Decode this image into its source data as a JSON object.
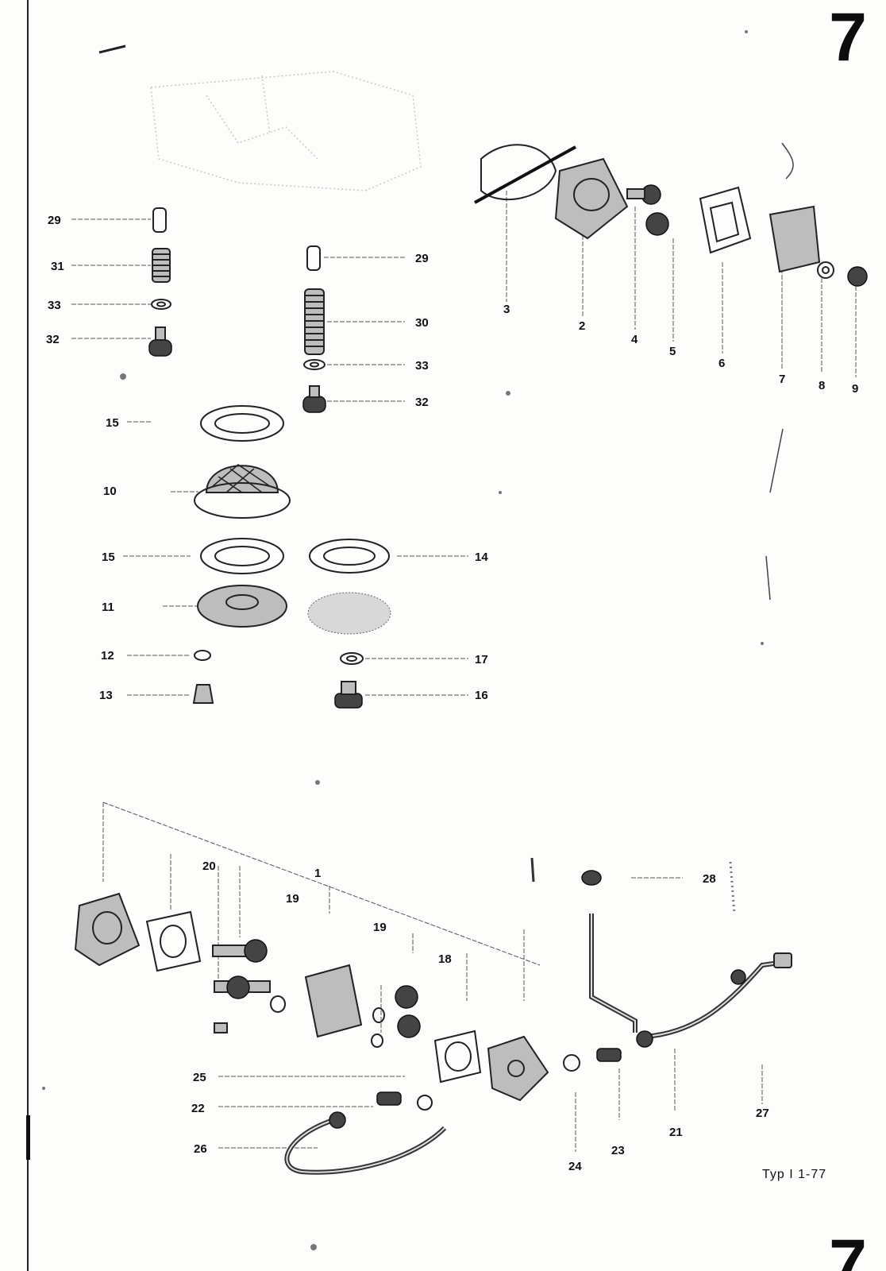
{
  "page_number": "7",
  "type_reference": "Typ I 1-77",
  "labels": {
    "l29a": "29",
    "l31": "31",
    "l33a": "33",
    "l32a": "32",
    "l29b": "29",
    "l30": "30",
    "l33b": "33",
    "l32b": "32",
    "l15a": "15",
    "l10": "10",
    "l15b": "15",
    "l14": "14",
    "l11": "11",
    "l12": "12",
    "l17": "17",
    "l13": "13",
    "l16": "16",
    "l3": "3",
    "l2": "2",
    "l4": "4",
    "l5": "5",
    "l6": "6",
    "l7": "7",
    "l8": "8",
    "l9": "9",
    "l20": "20",
    "l1": "1",
    "l19a": "19",
    "l19b": "19",
    "l18": "18",
    "l28": "28",
    "l25": "25",
    "l22": "22",
    "l26": "26",
    "l24": "24",
    "l23": "23",
    "l21": "21",
    "l27": "27"
  }
}
